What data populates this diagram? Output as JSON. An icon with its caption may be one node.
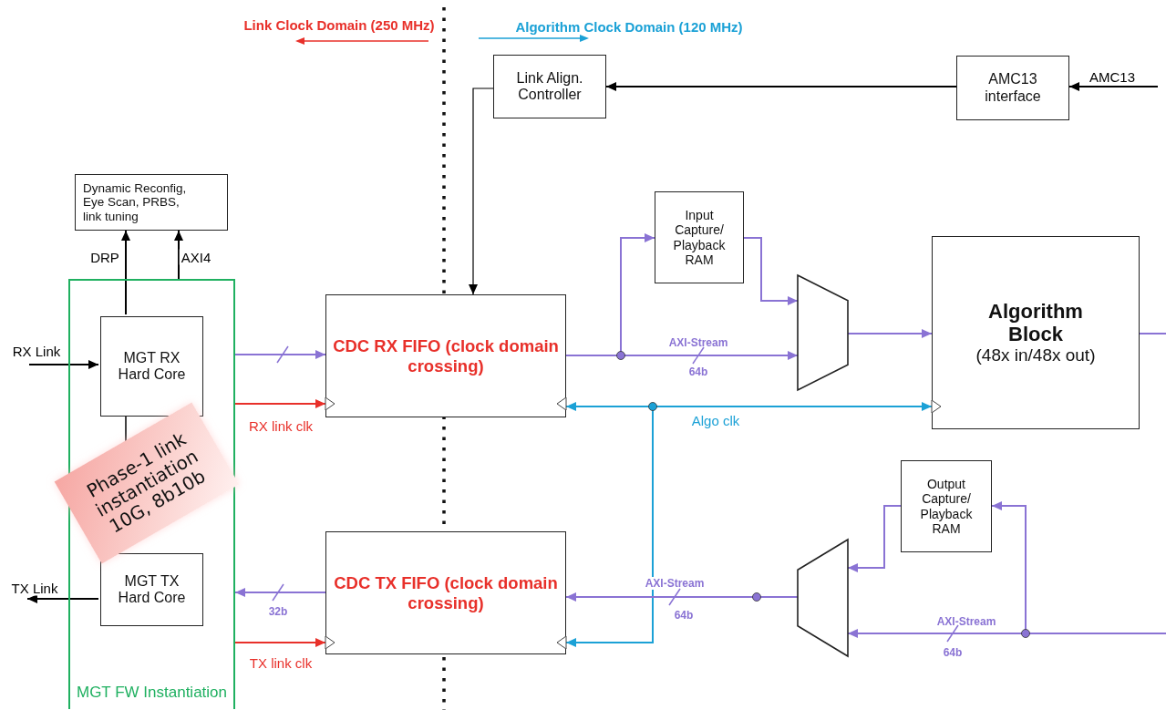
{
  "diagram": {
    "nodes": [
      {
        "text": [
          "Link Align. Controller"
        ]
      },
      {
        "text": [
          "AMC13 interface"
        ]
      },
      {
        "text": [
          "Dynamic Reconfig, Eye Scan, PRBS, link tuning"
        ]
      },
      {
        "text": [
          "MGT FW Instantiation"
        ]
      },
      {
        "text": [
          "MGT RX Hard Core"
        ],
        "in": 3
      },
      {
        "text": [
          "MGT TX Hard Core"
        ],
        "in": 3
      },
      {
        "text": [
          "Phase-1 link instantiation 10G, 8b10b"
        ]
      },
      {
        "text": [
          "CDC RX FIFO (clock domain crossing)"
        ]
      },
      {
        "text": [
          "CDC TX FIFO (clock domain crossing)"
        ]
      },
      {
        "text": [
          "Input Capture/ Playback RAM"
        ]
      },
      {
        "text": [],
        "shape": "trapezoid"
      },
      {
        "text": [
          "Algorithm Block",
          "(48x in/48x out)"
        ]
      },
      {
        "text": [
          "Output Capture/ Playback RAM"
        ]
      },
      {
        "text": [],
        "shape": "trapezoid"
      }
    ],
    "edges": [
      {
        "from": null,
        "to": 1,
        "arrow": "to",
        "label": "AMC13",
        "color": "#000000"
      },
      {
        "from": 1,
        "to": 0,
        "arrow": "to",
        "color": "#000000"
      },
      {
        "from": 0,
        "to": 7,
        "arrow": "to",
        "color": "#000000"
      },
      {
        "from": 4,
        "to": 2,
        "arrow": "to",
        "label": "DRP",
        "color": "#000000"
      },
      {
        "from": 3,
        "to": 2,
        "arrow": "to",
        "label": "AXI4",
        "color": "#000000"
      },
      {
        "from": null,
        "to": 4,
        "arrow": "to",
        "label": "RX Link",
        "color": "#000000"
      },
      {
        "from": 5,
        "to": null,
        "arrow": "to",
        "label": "TX Link",
        "color": "#000000"
      },
      {
        "from": 3,
        "to": 7,
        "arrow": "to"
      },
      {
        "from": 3,
        "to": 7,
        "arrow": "to",
        "label": "RX link clk",
        "color": "#e8302a"
      },
      {
        "from": 8,
        "to": 3,
        "arrow": "to",
        "label": "32b"
      },
      {
        "from": 3,
        "to": 8,
        "arrow": "to",
        "label": "TX link clk",
        "color": "#e8302a"
      },
      {
        "from": 7,
        "to": 9,
        "arrow": "to"
      },
      {
        "from": 7,
        "to": 10,
        "arrow": "to",
        "label": "AXI-Stream"
      },
      {
        "from": 9,
        "to": 10,
        "arrow": "to"
      },
      {
        "from": 10,
        "to": 11,
        "arrow": "to"
      },
      {
        "from": 7,
        "to": 11,
        "arrow": "both",
        "label": "Algo clk",
        "color": "#1ba1d6"
      },
      {
        "from": null,
        "to": 8,
        "arrow": "to",
        "color": "#1ba1d6"
      },
      {
        "from": 11,
        "to": null,
        "arrow": "none"
      },
      {
        "from": null,
        "to": 13,
        "arrow": "to",
        "label": "AXI-Stream"
      },
      {
        "from": null,
        "to": 12,
        "arrow": "to"
      },
      {
        "from": 12,
        "to": 13,
        "arrow": "to"
      },
      {
        "from": 13,
        "to": 8,
        "arrow": "to",
        "label": "AXI-Stream"
      }
    ],
    "labels": [
      "Link Clock Domain (250 MHz)",
      "Algorithm Clock Domain (120 MHz)",
      "64b",
      "64b",
      "64b"
    ]
  }
}
